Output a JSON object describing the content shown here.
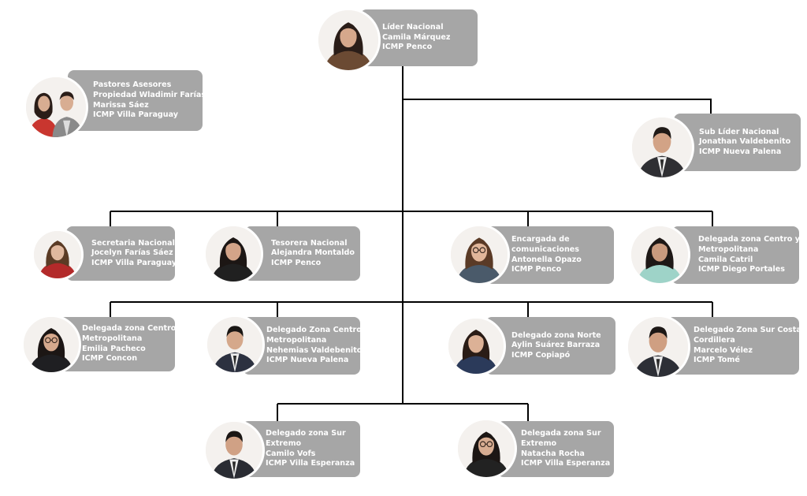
{
  "nodes": [
    {
      "id": "leader",
      "lines": [
        "Líder Nacional",
        "Camila Márquez",
        "ICMP Penco"
      ],
      "icon": "person-photo-woman-dark-hair",
      "colors": {
        "hair": "#2a1d18",
        "shirt": "#6b4a33",
        "skin": "#d6a88c"
      }
    },
    {
      "id": "pastors",
      "lines": [
        "Pastores Asesores",
        "Propiedad Wladimir Farías",
        "Marissa Sáez",
        "ICMP Villa Paraguay"
      ],
      "icon": "couple-photo",
      "colors": {
        "hair": "#2a1d18",
        "shirt": "#c9362f",
        "skin": "#d8ad92"
      }
    },
    {
      "id": "sub-leader",
      "lines": [
        "Sub Líder Nacional",
        "Jonathan Valdebenito",
        "ICMP Nueva Palena"
      ],
      "icon": "person-photo-man-suit",
      "colors": {
        "hair": "#1f1a17",
        "shirt": "#2f2f33",
        "skin": "#d2a386"
      }
    },
    {
      "id": "secretary",
      "lines": [
        "Secretaria Nacional",
        "Jocelyn Farías Sáez",
        "ICMP Villa Paraguay"
      ],
      "icon": "person-photo-woman-red",
      "colors": {
        "hair": "#5b3b25",
        "shirt": "#b32a2a",
        "skin": "#e0b89e"
      }
    },
    {
      "id": "treasurer",
      "lines": [
        "Tesorera Nacional",
        "Alejandra Montaldo",
        "ICMP Penco"
      ],
      "icon": "person-photo-woman-dark-hair",
      "colors": {
        "hair": "#1c1614",
        "shirt": "#202020",
        "skin": "#d3a489"
      }
    },
    {
      "id": "communications",
      "lines": [
        "Encargada de",
        "comunicaciones",
        "Antonella Opazo",
        "ICMP Penco"
      ],
      "icon": "person-photo-woman-glasses",
      "colors": {
        "hair": "#5a3a26",
        "shirt": "#4a5a6a",
        "skin": "#e1b69a"
      }
    },
    {
      "id": "delegate-centro-1",
      "lines": [
        "Delegada zona Centro y",
        "Metropolitana",
        "Camila Catril",
        "ICMP Diego Portales"
      ],
      "icon": "person-photo-woman-dark-hair",
      "colors": {
        "hair": "#1e1816",
        "shirt": "#9ed3c8",
        "skin": "#c99a7e"
      }
    },
    {
      "id": "delegate-centro-2",
      "lines": [
        "Delegada zona Centro y",
        "Metropolitana",
        "Emilia Pacheco",
        "ICMP Concon"
      ],
      "icon": "person-photo-woman-glasses",
      "colors": {
        "hair": "#1c1614",
        "shirt": "#1f1f22",
        "skin": "#d6a98d"
      }
    },
    {
      "id": "delegate-centro-3",
      "lines": [
        "Delegado Zona Centro y",
        "Metropolitana",
        "Nehemias Valdebenito",
        "ICMP Nueva Palena"
      ],
      "icon": "person-photo-man-suit",
      "colors": {
        "hair": "#1a1614",
        "shirt": "#2c3140",
        "skin": "#d5a88b"
      }
    },
    {
      "id": "delegate-norte",
      "lines": [
        "Delegado zona Norte",
        "Aylin Suárez Barraza",
        "ICMP Copiapó"
      ],
      "icon": "person-photo-woman-dark-hair",
      "colors": {
        "hair": "#2a1c16",
        "shirt": "#2b3a5a",
        "skin": "#dcb196"
      }
    },
    {
      "id": "delegate-sur-costa",
      "lines": [
        "Delegado Zona Sur Costa",
        "Cordillera",
        "Marcelo Vélez",
        "ICMP Tomé"
      ],
      "icon": "person-photo-man-suit",
      "colors": {
        "hair": "#1d1816",
        "shirt": "#2d2f36",
        "skin": "#cf9f82"
      }
    },
    {
      "id": "delegate-sur-extremo-1",
      "lines": [
        "Delegado zona Sur",
        "Extremo",
        "Camilo Vofs",
        "ICMP Villa Esperanza"
      ],
      "icon": "person-photo-man-suit",
      "colors": {
        "hair": "#1a1614",
        "shirt": "#2a2c33",
        "skin": "#d0a185"
      }
    },
    {
      "id": "delegate-sur-extremo-2",
      "lines": [
        "Delegada zona Sur",
        "Extremo",
        "Natacha Rocha",
        "ICMP Villa Esperanza"
      ],
      "icon": "person-photo-woman-glasses",
      "colors": {
        "hair": "#1c1614",
        "shirt": "#222222",
        "skin": "#d8ad92"
      }
    }
  ],
  "colors": {
    "card": "#a6a6a6",
    "card_text": "#ffffff",
    "connector": "#000000"
  }
}
